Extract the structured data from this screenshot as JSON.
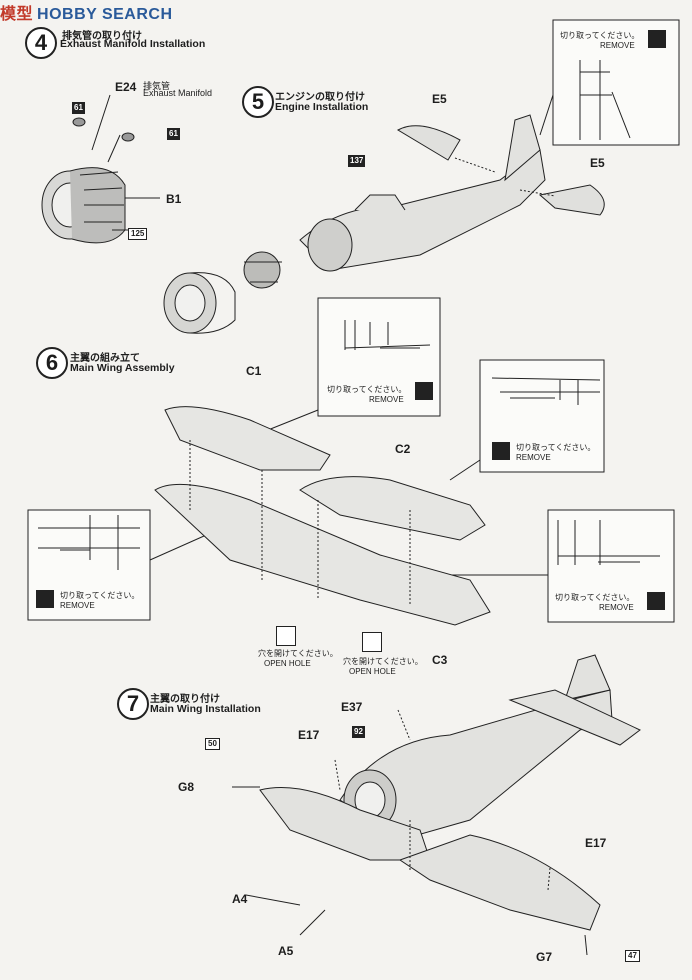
{
  "watermark": {
    "cn": "模型",
    "text": "HOBBY SEARCH"
  },
  "steps": [
    {
      "num": "4",
      "jp": "排気管の取り付け",
      "en": "Exhaust Manifold Installation"
    },
    {
      "num": "5",
      "jp": "エンジンの取り付け",
      "en": "Engine Installation"
    },
    {
      "num": "6",
      "jp": "主翼の組み立て",
      "en": "Main Wing Assembly"
    },
    {
      "num": "7",
      "jp": "主翼の取り付け",
      "en": "Main Wing Installation"
    }
  ],
  "parts": {
    "e24": "E24",
    "e24_jp": "排気管",
    "e24_en": "Exhaust Manifold",
    "b1": "B1",
    "e5a": "E5",
    "e5b": "E5",
    "c1": "C1",
    "c2": "C2",
    "c3": "C3",
    "e37": "E37",
    "e17a": "E17",
    "e17b": "E17",
    "g8": "G8",
    "g7": "G7",
    "a4": "A4",
    "a5": "A5"
  },
  "badges": {
    "b61a": "61",
    "b61b": "61",
    "b125": "125",
    "b137": "137",
    "b50": "50",
    "b92": "92",
    "b47": "47"
  },
  "notes": {
    "remove_jp": "切り取ってください。",
    "remove_en": "REMOVE",
    "hole_jp": "穴を開けてください。",
    "hole_en": "OPEN HOLE"
  }
}
